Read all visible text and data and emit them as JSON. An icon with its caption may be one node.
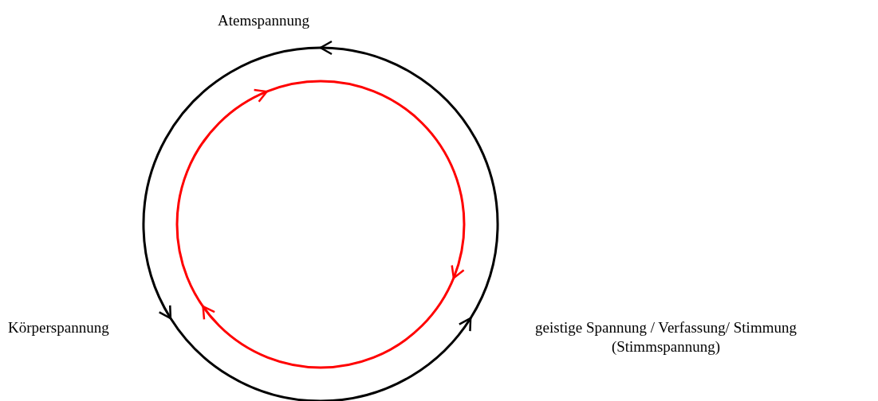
{
  "diagram": {
    "nodes": [
      {
        "text": [
          "Atemspannung"
        ]
      },
      {
        "text": [
          "Körperspannung"
        ]
      },
      {
        "text": [
          "geistige Spannung / Verfassung/ Stimmung (Stimmspannung)"
        ]
      }
    ],
    "edges": [
      {
        "from": 0,
        "to": 1,
        "arrow": "to"
      },
      {
        "from": 1,
        "to": 2,
        "arrow": "to"
      },
      {
        "from": 2,
        "to": 0,
        "arrow": "to"
      }
    ]
  }
}
